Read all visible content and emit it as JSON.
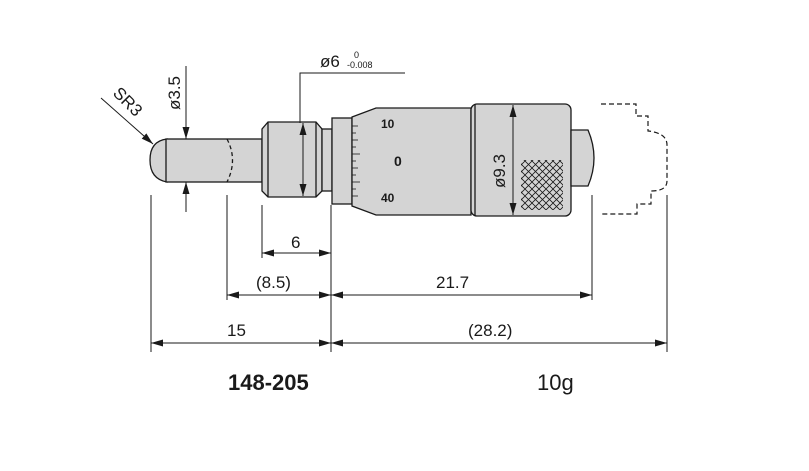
{
  "model_number": "148-205",
  "weight": "10g",
  "dimensions": {
    "sphere_radius": "SR3",
    "spindle_diameter": "ø3.5",
    "stem_diameter": "ø6",
    "stem_tolerance_upper": "0",
    "stem_tolerance_lower": "-0.008",
    "thimble_diameter": "ø9.3",
    "stem_length": "6",
    "ref_stem_length": "(8.5)",
    "body_length": "21.7",
    "spindle_length": "15",
    "ref_total_length": "(28.2)"
  },
  "thimble_scale": {
    "top": "10",
    "middle": "0",
    "bottom": "40"
  },
  "colors": {
    "body_fill": "#d4d4d4",
    "line": "#1a1a1a"
  }
}
